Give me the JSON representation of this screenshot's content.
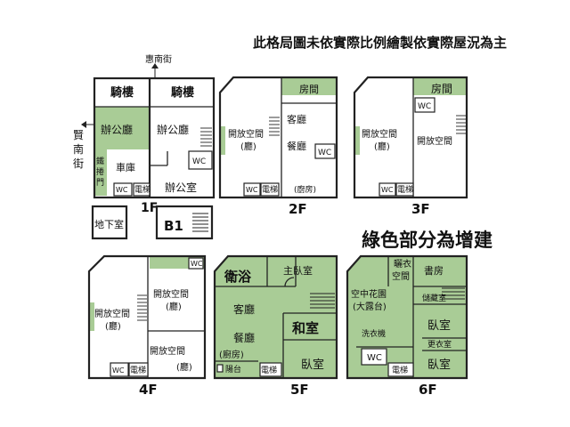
{
  "header": {
    "note": "此格局圖未依實際比例繪製依實際屋況為主",
    "legend": "綠色部分為增建"
  },
  "streets": {
    "top": "惠南街",
    "left_1": "賢",
    "left_2": "南",
    "left_3": "街"
  },
  "floors": {
    "f1": {
      "label": "1F",
      "riding_left": "騎樓",
      "riding_right": "騎樓",
      "office_left": "辦公廳",
      "office_right": "辦公廳",
      "shutter_1": "鐵",
      "shutter_2": "捲",
      "shutter_3": "門",
      "garage": "車庫",
      "wc_right": "WC",
      "wc_bottom": "WC",
      "elevator": "電梯",
      "office_room": "辦公室"
    },
    "b1": {
      "label": "B1",
      "basement": "地下室"
    },
    "f2": {
      "label": "2F",
      "room": "房間",
      "living": "客廳",
      "open_1": "開放空間",
      "open_2": "(廳)",
      "dining": "餐廳",
      "wc_side": "WC",
      "wc_bottom": "WC",
      "elevator": "電梯",
      "kitchen": "(廚房)"
    },
    "f3": {
      "label": "3F",
      "room": "房間",
      "wc_top": "WC",
      "open_left_1": "開放空間",
      "open_left_2": "(廳)",
      "open_right": "開放空間",
      "wc_bottom": "WC",
      "elevator": "電梯"
    },
    "f4": {
      "label": "4F",
      "wc_top": "WC",
      "open_right_1": "開放空間",
      "open_right_2": "(廳)",
      "open_left_1": "開放空間",
      "open_left_2": "(廳)",
      "open_bottom_1": "開放空間",
      "open_bottom_2": "(廳)",
      "wc_bottom": "WC",
      "elevator": "電梯"
    },
    "f5": {
      "label": "5F",
      "bath": "衛浴",
      "master": "主臥室",
      "living": "客廳",
      "tatami": "和室",
      "dining": "餐廳",
      "kitchen": "(廚房)",
      "balcony": "陽台",
      "elevator": "電梯",
      "bedroom": "臥室"
    },
    "f6": {
      "label": "6F",
      "drying_1": "曬衣",
      "drying_2": "空間",
      "study": "書房",
      "garden_1": "空中花園",
      "garden_2": "(大露台)",
      "storage": "儲藏室",
      "bedroom_1": "臥室",
      "washer": "洗衣機",
      "closet": "更衣室",
      "wc": "WC",
      "elevator": "電梯",
      "bedroom_2": "臥室"
    }
  }
}
